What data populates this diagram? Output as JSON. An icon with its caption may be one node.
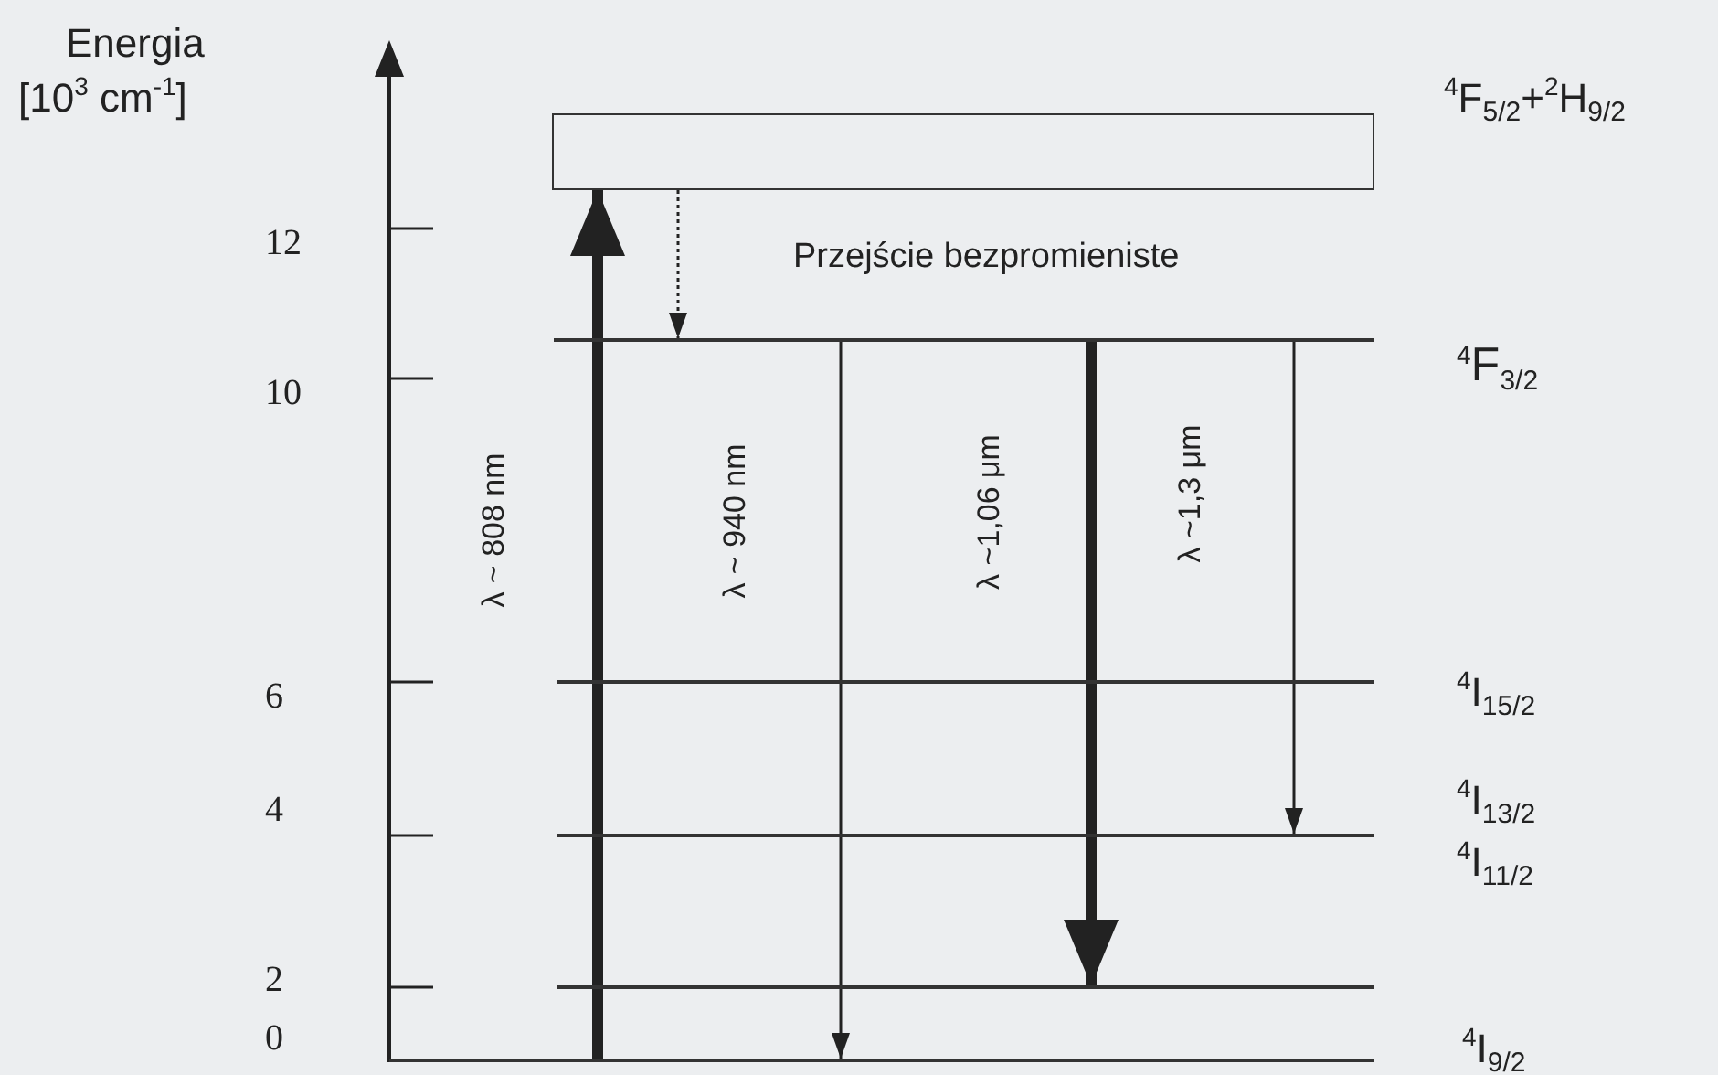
{
  "diagram": {
    "nodes": [
      {
        "text": [],
        "shape": "box"
      },
      {
        "text": [],
        "shape": "bar"
      },
      {
        "text": [],
        "shape": "bar"
      },
      {
        "text": [],
        "shape": "bar"
      },
      {
        "text": [],
        "shape": "bar"
      },
      {
        "text": [],
        "shape": "bar"
      }
    ],
    "edges": [
      {
        "from": 5,
        "to": 0,
        "arrow": "to",
        "label": "λ ~ 808 nm",
        "style": "thick"
      },
      {
        "from": 0,
        "to": 1,
        "arrow": "to",
        "style": "dashed"
      },
      {
        "from": 1,
        "to": 5,
        "arrow": "to",
        "label": "λ ~ 940 nm"
      },
      {
        "from": 1,
        "to": 4,
        "arrow": "to",
        "label": "λ ~1,06 μm",
        "style": "thick"
      },
      {
        "from": 1,
        "to": 3,
        "arrow": "to",
        "label": "λ ~1,3 μm"
      }
    ],
    "labels": [
      "Energia",
      "[10$^{3}$ cm$^{-1}$]",
      "$^{4}$F$_{5/2}$+$^{2}$H$_{9/2}$",
      "12",
      "Przejście bezpromieniste",
      "10",
      "$^{4}$F$_{3/2}$",
      "6",
      "$^{4}$I$_{15/2}$",
      "4",
      "$^{4}$I$_{13/2}$",
      "$^{4}$I$_{11/2}$",
      "2",
      "0",
      "$^{4}$I$_{9/2}$"
    ]
  }
}
